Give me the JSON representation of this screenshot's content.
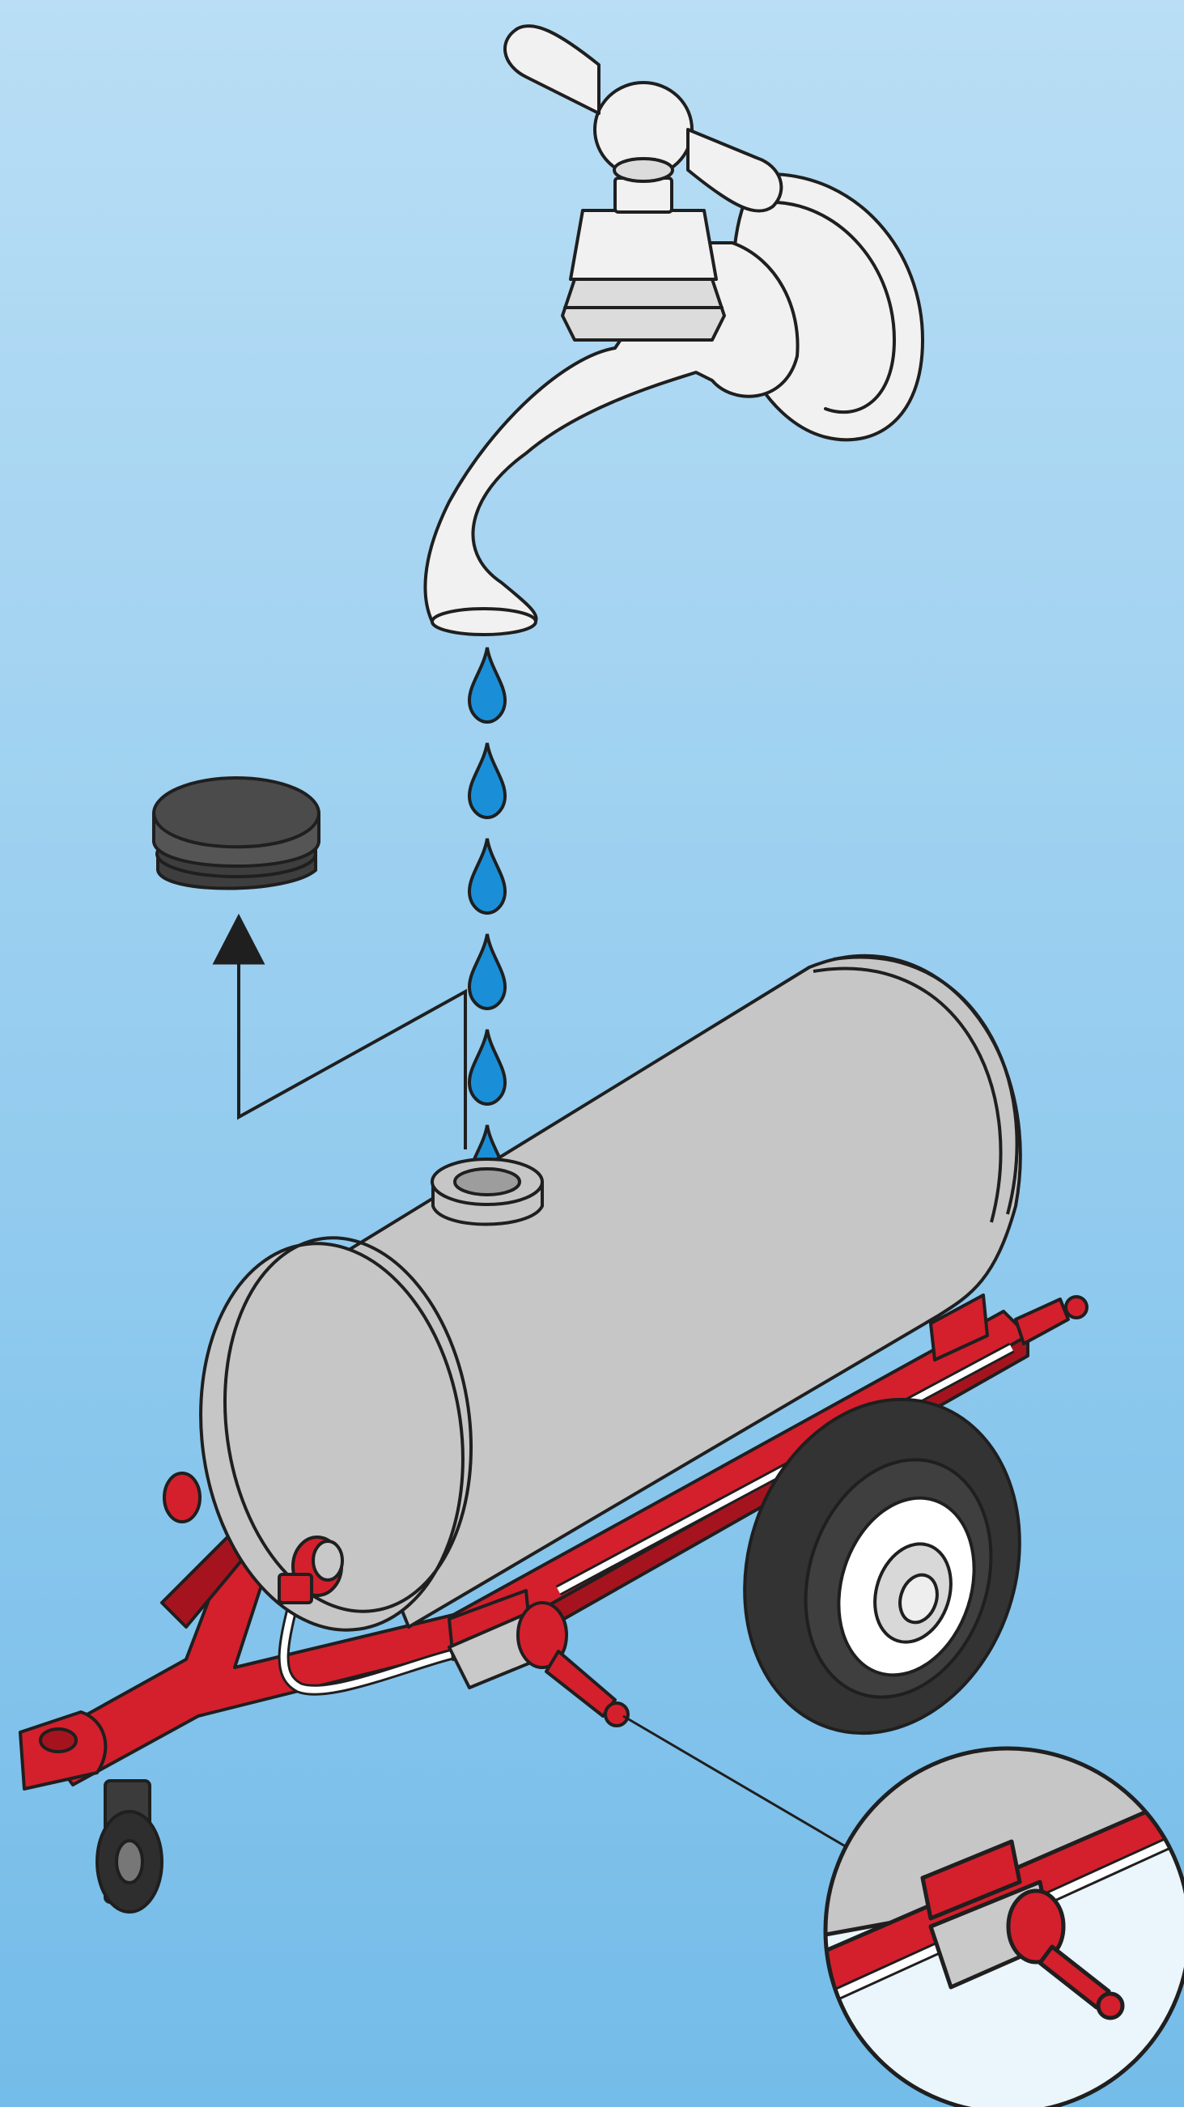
{
  "colors": {
    "sky_top": "#b9def5",
    "sky_bottom": "#74bce9",
    "outline": "#1f1f1f",
    "faucet": "#f1f1f1",
    "faucet_shade": "#dcdcdc",
    "tank": "#c6c6c6",
    "tank_shade": "#b3b3b3",
    "frame_red": "#d4202c",
    "frame_red_dark": "#a5141e",
    "water": "#1a8fd8",
    "cap": "#4b4b4b",
    "tire": "#3a3a3a",
    "rim": "#ffffff",
    "detail_bg": "#eaf5fc"
  },
  "icons": {
    "faucet": "faucet-icon",
    "water_drop": "water-drop-icon",
    "cap": "tank-cap-icon",
    "arrow": "arrow-up-icon",
    "tank": "water-tank-icon",
    "wheel": "wheel-icon",
    "valve": "valve-icon",
    "magnifier": "detail-magnifier-icon"
  },
  "diagram": {
    "drop_count": 6,
    "steps": [
      "remove-cap",
      "fill-tank-from-faucet",
      "check-valve-detail"
    ]
  }
}
